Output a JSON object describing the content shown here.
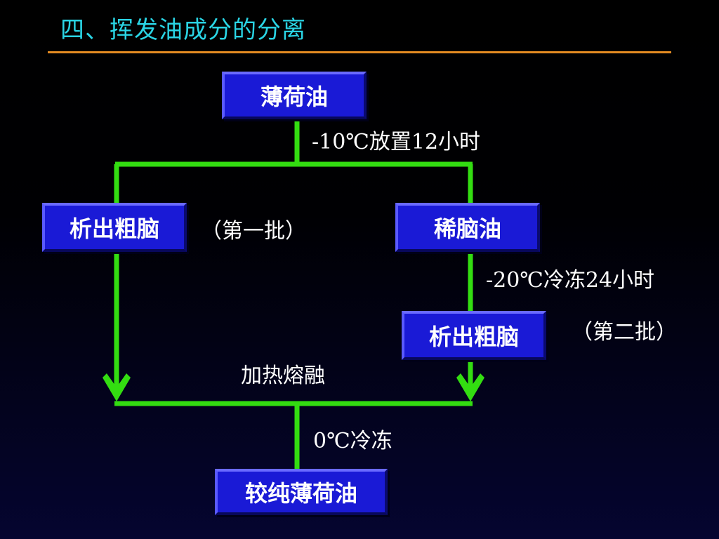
{
  "slide": {
    "title": "四、挥发油成分的分离"
  },
  "colors": {
    "background": "#000000",
    "title": "#2ad4e4",
    "title_rule": "#e38b22",
    "box_fill": "#1a1ad6",
    "connector": "#33dd11",
    "text": "#ffffff"
  },
  "diagram": {
    "nodes": {
      "peppermint_oil": "薄荷油",
      "crude_menthol_1": "析出粗脑",
      "dementholized_oil": "稀脑油",
      "crude_menthol_2": "析出粗脑",
      "purer_peppermint_oil": "较纯薄荷油"
    },
    "edge_labels": {
      "step1": "-10℃放置12小时",
      "step2": "-20℃冷冻24小时",
      "heat_melt": "加热熔融",
      "freeze": "0℃冷冻"
    },
    "batch_labels": {
      "first": "（第一批）",
      "second": "（第二批）"
    },
    "edges": [
      {
        "from": "peppermint_oil",
        "to": [
          "crude_menthol_1",
          "dementholized_oil"
        ],
        "label": "step1"
      },
      {
        "from": "dementholized_oil",
        "to": "crude_menthol_2",
        "label": "step2"
      },
      {
        "from": [
          "crude_menthol_1",
          "crude_menthol_2"
        ],
        "to": "purer_peppermint_oil",
        "label": "heat_melt"
      },
      {
        "from": "merge",
        "to": "purer_peppermint_oil",
        "label": "freeze"
      }
    ]
  }
}
